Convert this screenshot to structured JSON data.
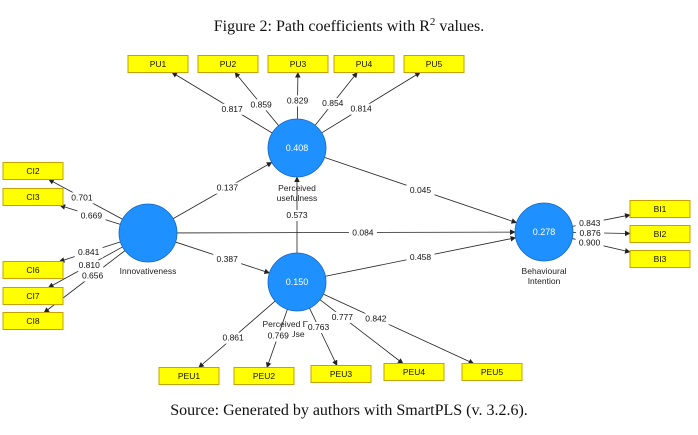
{
  "caption": {
    "title": "Figure 2: Path coefficients with R",
    "title_sup": "2",
    "title_end": " values.",
    "source": "Source: Generated by authors with SmartPLS (v. 3.2.6)."
  },
  "colors": {
    "latent_fill": "#1e90ff",
    "indicator_fill": "#ffff00",
    "indicator_stroke": "#c8a000",
    "line": "#222222"
  },
  "latent": [
    {
      "id": "inn",
      "label": [
        "Innovativeness"
      ],
      "value": ""
    },
    {
      "id": "pu",
      "label": [
        "Perceived",
        "usefulness"
      ],
      "value": "0.408"
    },
    {
      "id": "peu",
      "label": [
        "Perceived Ease of",
        "Use"
      ],
      "value": "0.150"
    },
    {
      "id": "bi",
      "label": [
        "Behavioural",
        "Intention"
      ],
      "value": "0.278"
    }
  ],
  "indicators": [
    {
      "id": "PU1",
      "label": "PU1",
      "latent": "pu",
      "dir": "out",
      "loading": "0.817"
    },
    {
      "id": "PU2",
      "label": "PU2",
      "latent": "pu",
      "dir": "out",
      "loading": "0.859"
    },
    {
      "id": "PU3",
      "label": "PU3",
      "latent": "pu",
      "dir": "out",
      "loading": "0.829"
    },
    {
      "id": "PU4",
      "label": "PU4",
      "latent": "pu",
      "dir": "out",
      "loading": "0.854"
    },
    {
      "id": "PU5",
      "label": "PU5",
      "latent": "pu",
      "dir": "out",
      "loading": "0.814"
    },
    {
      "id": "CI2",
      "label": "CI2",
      "latent": "inn",
      "dir": "out",
      "loading": "0.701"
    },
    {
      "id": "CI3",
      "label": "CI3",
      "latent": "inn",
      "dir": "out",
      "loading": "0.669"
    },
    {
      "id": "CI6",
      "label": "CI6",
      "latent": "inn",
      "dir": "out",
      "loading": "0.841"
    },
    {
      "id": "CI7",
      "label": "CI7",
      "latent": "inn",
      "dir": "out",
      "loading": "0.810"
    },
    {
      "id": "CI8",
      "label": "CI8",
      "latent": "inn",
      "dir": "out",
      "loading": "0.656"
    },
    {
      "id": "PEU1",
      "label": "PEU1",
      "latent": "peu",
      "dir": "out",
      "loading": "0.861"
    },
    {
      "id": "PEU2",
      "label": "PEU2",
      "latent": "peu",
      "dir": "out",
      "loading": "0.769"
    },
    {
      "id": "PEU3",
      "label": "PEU3",
      "latent": "peu",
      "dir": "out",
      "loading": "0.763"
    },
    {
      "id": "PEU4",
      "label": "PEU4",
      "latent": "peu",
      "dir": "out",
      "loading": "0.777"
    },
    {
      "id": "PEU5",
      "label": "PEU5",
      "latent": "peu",
      "dir": "out",
      "loading": "0.842"
    },
    {
      "id": "BI1",
      "label": "BI1",
      "latent": "bi",
      "dir": "out",
      "loading": "0.843"
    },
    {
      "id": "BI2",
      "label": "BI2",
      "latent": "bi",
      "dir": "out",
      "loading": "0.876"
    },
    {
      "id": "BI3",
      "label": "BI3",
      "latent": "bi",
      "dir": "out",
      "loading": "0.900"
    }
  ],
  "paths": [
    {
      "from": "inn",
      "to": "pu",
      "coef": "0.137"
    },
    {
      "from": "inn",
      "to": "bi",
      "coef": "0.084"
    },
    {
      "from": "inn",
      "to": "peu",
      "coef": "0.387"
    },
    {
      "from": "pu",
      "to": "bi",
      "coef": "0.045"
    },
    {
      "from": "peu",
      "to": "pu",
      "coef": "0.573"
    },
    {
      "from": "peu",
      "to": "bi",
      "coef": "0.458"
    }
  ]
}
